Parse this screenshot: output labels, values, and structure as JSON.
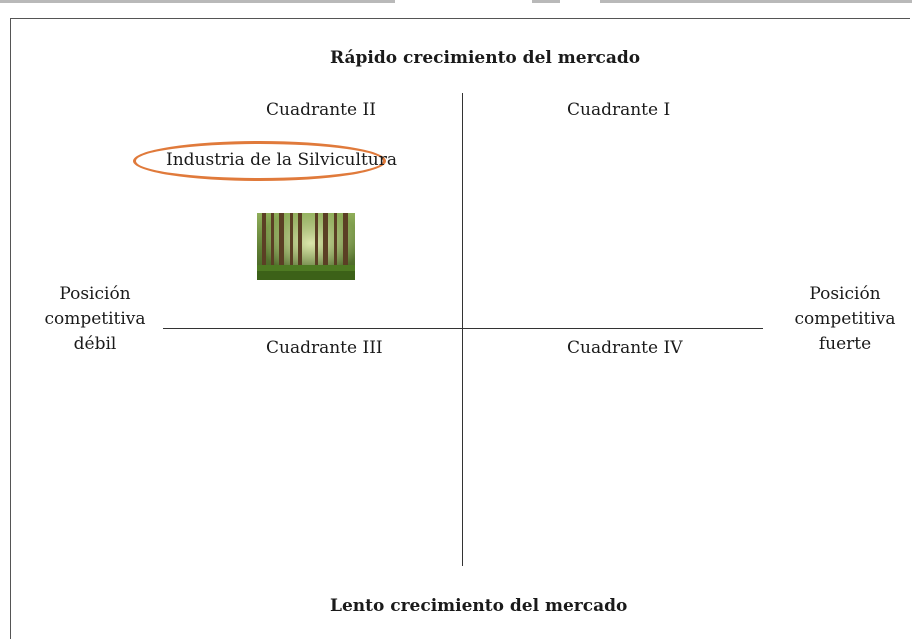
{
  "diagram": {
    "top_label": "Rápido crecimiento del mercado",
    "bottom_label": "Lento crecimiento del mercado",
    "left_label": [
      "Posición",
      "competitiva",
      "débil"
    ],
    "right_label": [
      "Posición",
      "competitiva",
      "fuerte"
    ],
    "quadrants": {
      "q1": "Cuadrante I",
      "q2": "Cuadrante II",
      "q3": "Cuadrante III",
      "q4": "Cuadrante IV"
    },
    "highlight": "Industria de la Silvicultura",
    "highlight_color": "#e07a3b",
    "image": "forest-photo"
  }
}
